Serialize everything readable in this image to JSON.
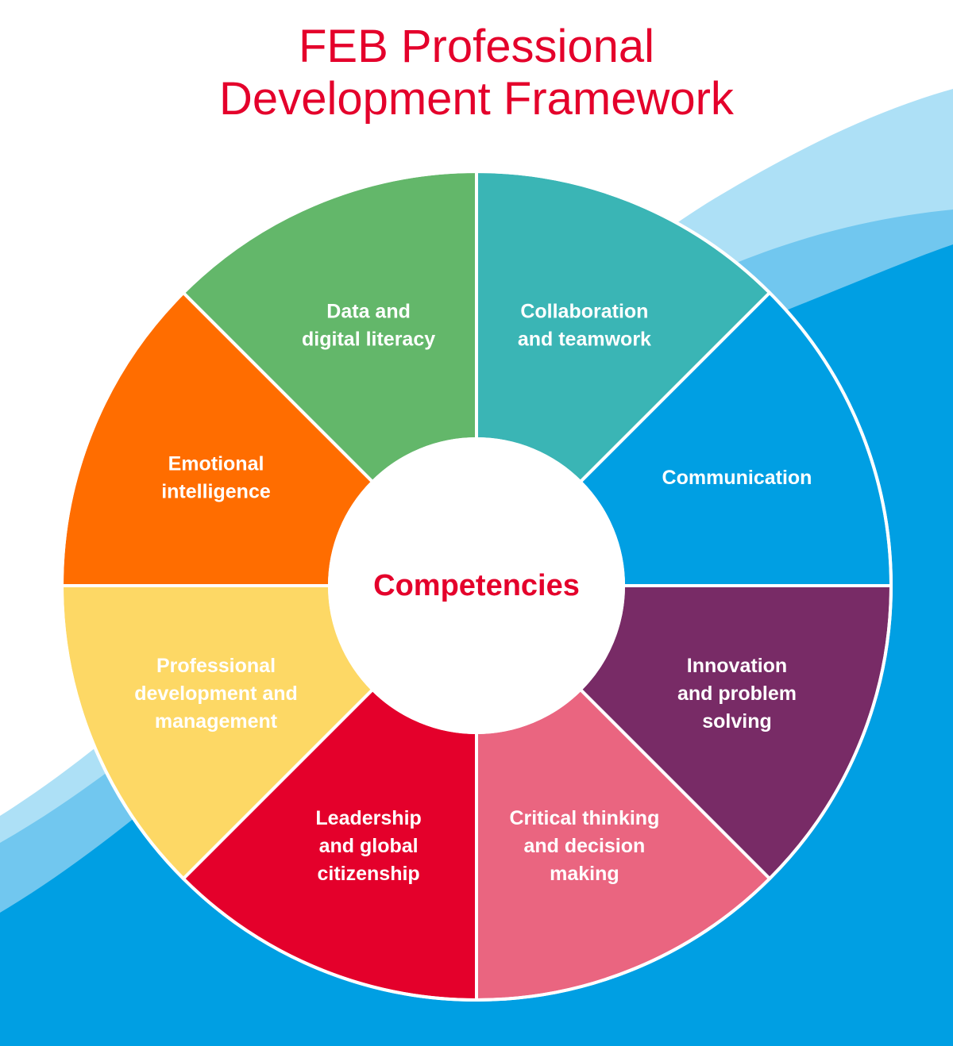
{
  "title_lines": [
    "FEB Professional",
    "Development Framework"
  ],
  "center_label": "Competencies",
  "colors": {
    "title": "#e4002b",
    "background_wave_light": "#ade0f6",
    "background_wave_mid": "#71c7ef",
    "background_main": "#009fe3",
    "center_fill": "#ffffff",
    "segment_border": "#ffffff"
  },
  "segments": [
    {
      "name": "collaboration",
      "lines": [
        "Collaboration",
        "and teamwork"
      ],
      "color": "#3ab5b5"
    },
    {
      "name": "communication",
      "lines": [
        "Communication"
      ],
      "color": "#009fe3"
    },
    {
      "name": "innovation",
      "lines": [
        "Innovation",
        "and problem",
        "solving"
      ],
      "color": "#782b66"
    },
    {
      "name": "critical-thinking",
      "lines": [
        "Critical thinking",
        "and decision",
        "making"
      ],
      "color": "#ea6580"
    },
    {
      "name": "leadership",
      "lines": [
        "Leadership",
        "and global",
        "citizenship"
      ],
      "color": "#e4002b"
    },
    {
      "name": "professional-development",
      "lines": [
        "Professional",
        "development and",
        "management"
      ],
      "color": "#fdd865"
    },
    {
      "name": "emotional-intelligence",
      "lines": [
        "Emotional",
        "intelligence"
      ],
      "color": "#ff6d00"
    },
    {
      "name": "data-literacy",
      "lines": [
        "Data and",
        "digital literacy"
      ],
      "color": "#63b76a"
    }
  ]
}
